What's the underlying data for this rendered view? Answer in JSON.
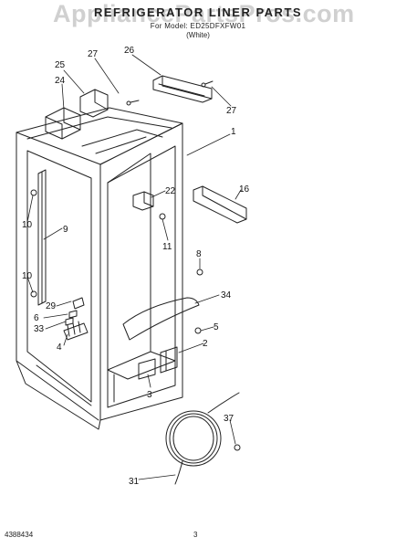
{
  "header": {
    "title": "REFRIGERATOR LINER PARTS",
    "model_line": "For Model: ED25DFXFW01",
    "color_line": "(White)"
  },
  "watermark": "AppliancePartsPros.com",
  "footer": {
    "part_number": "4388434",
    "page": "3"
  },
  "callouts": {
    "c1": "1",
    "c2": "2",
    "c3": "3",
    "c4": "4",
    "c5": "5",
    "c6": "6",
    "c8": "8",
    "c9": "9",
    "c10a": "10",
    "c10b": "10",
    "c11": "11",
    "c16": "16",
    "c22": "22",
    "c24": "24",
    "c25": "25",
    "c26": "26",
    "c27a": "27",
    "c27b": "27",
    "c29": "29",
    "c31": "31",
    "c33": "33",
    "c34": "34",
    "c37": "37"
  }
}
